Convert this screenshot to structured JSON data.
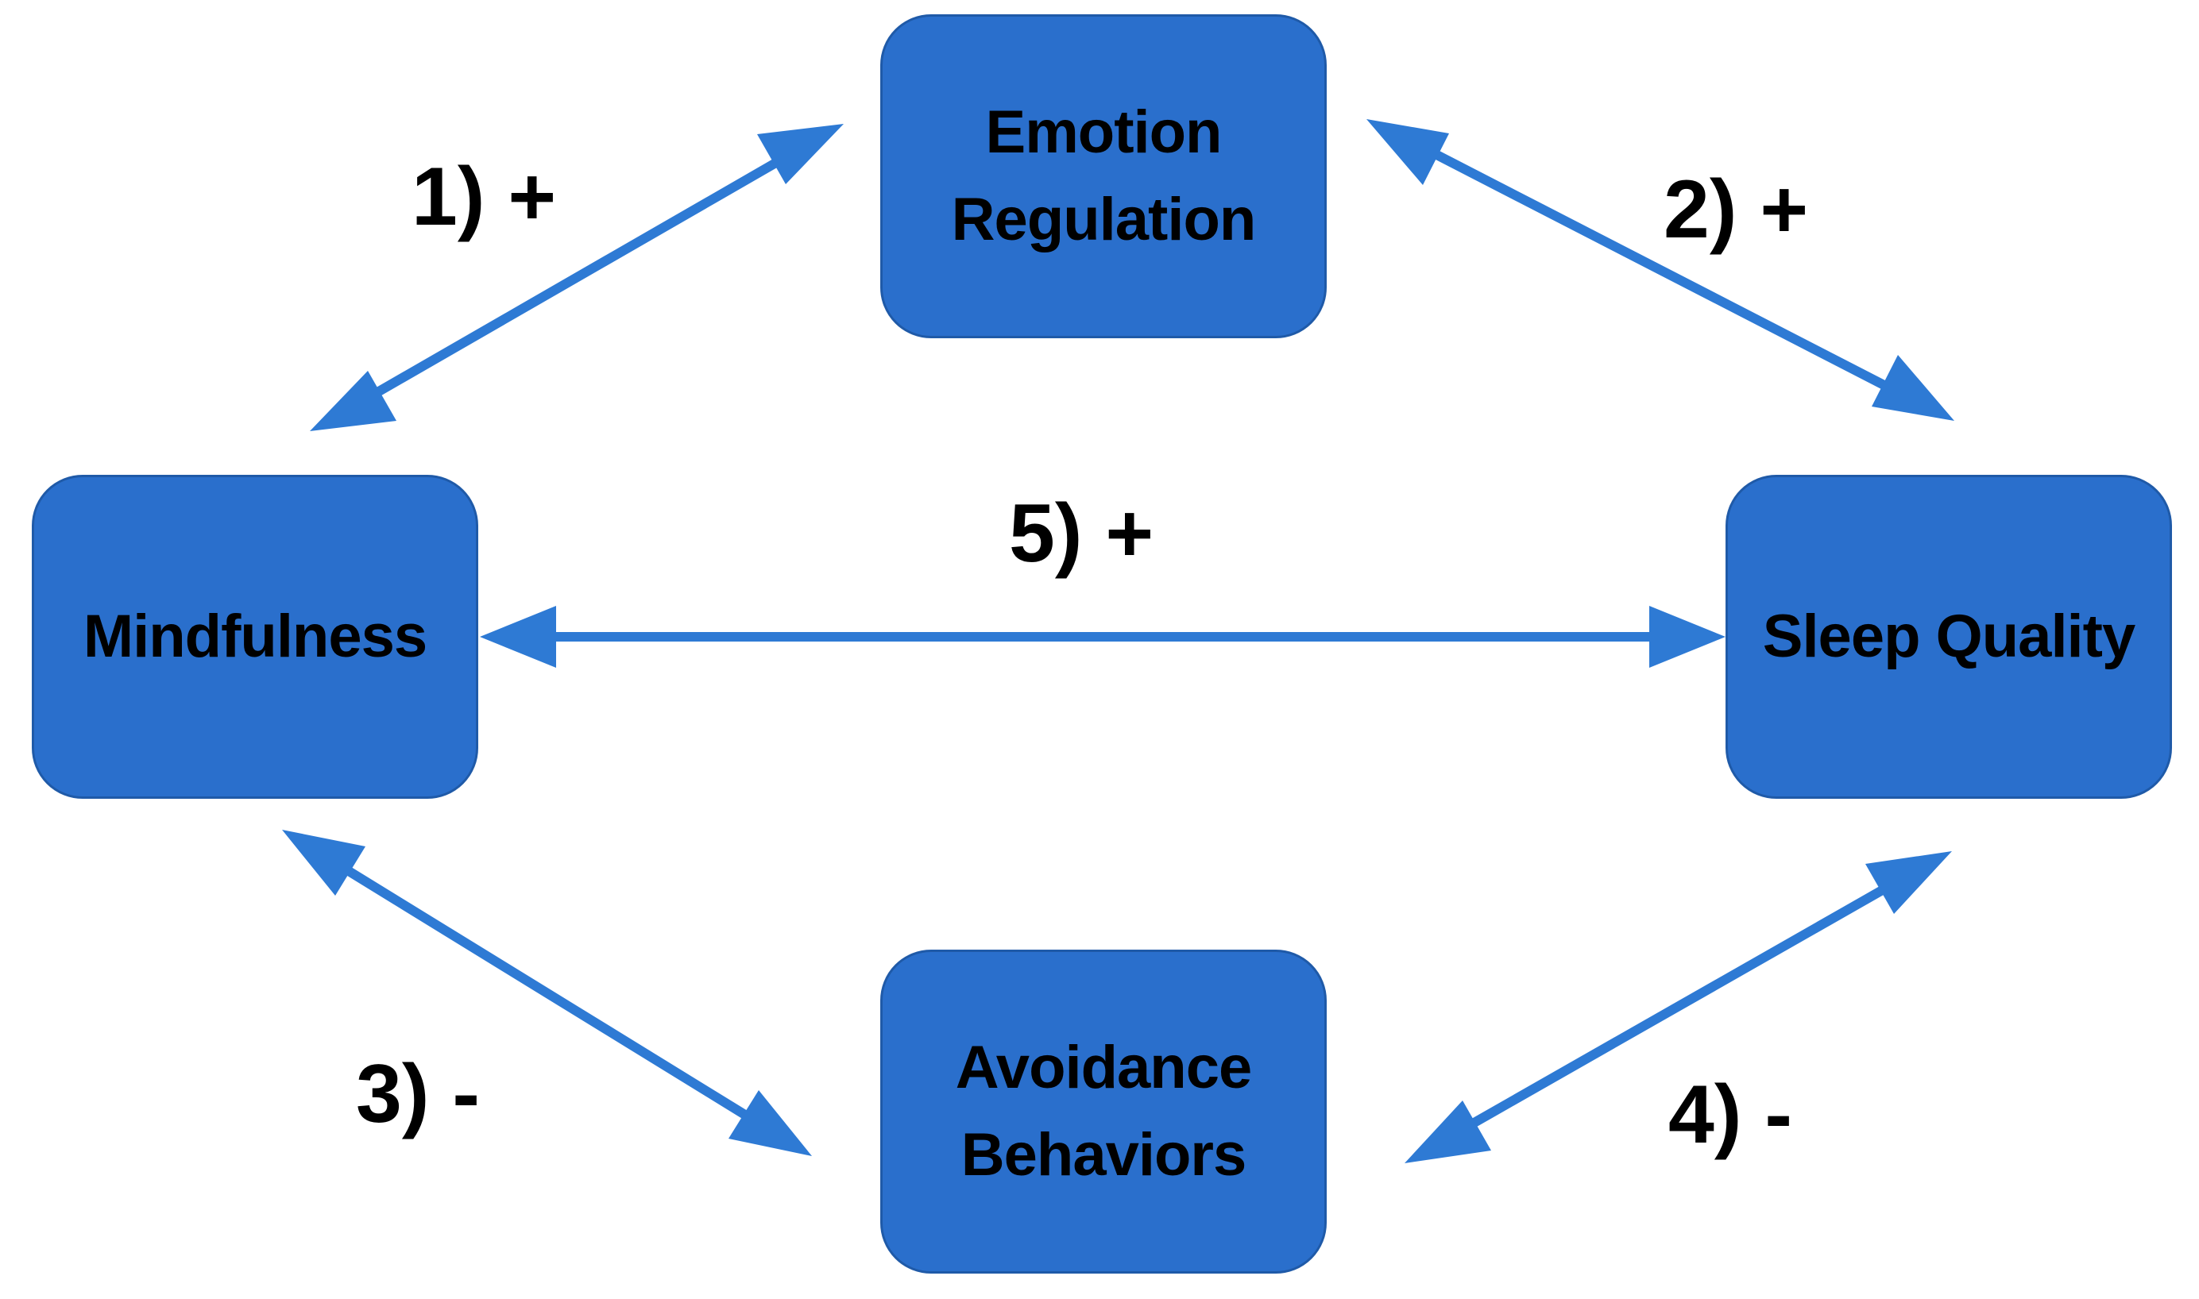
{
  "colors": {
    "box_fill": "#2a6fcc",
    "box_border": "#1f5aa8",
    "arrow": "#2e7ad4",
    "text": "#000000",
    "background": "#ffffff"
  },
  "nodes": {
    "emotion_regulation": {
      "line1": "Emotion",
      "line2": "Regulation"
    },
    "mindfulness": {
      "label": "Mindfulness"
    },
    "sleep_quality": {
      "label": "Sleep Quality"
    },
    "avoidance_behaviors": {
      "line1": "Avoidance",
      "line2": "Behaviors"
    }
  },
  "relations": {
    "r1": "1) +",
    "r2": "2) +",
    "r3": "3) -",
    "r4": "4) -",
    "r5": "5) +"
  }
}
